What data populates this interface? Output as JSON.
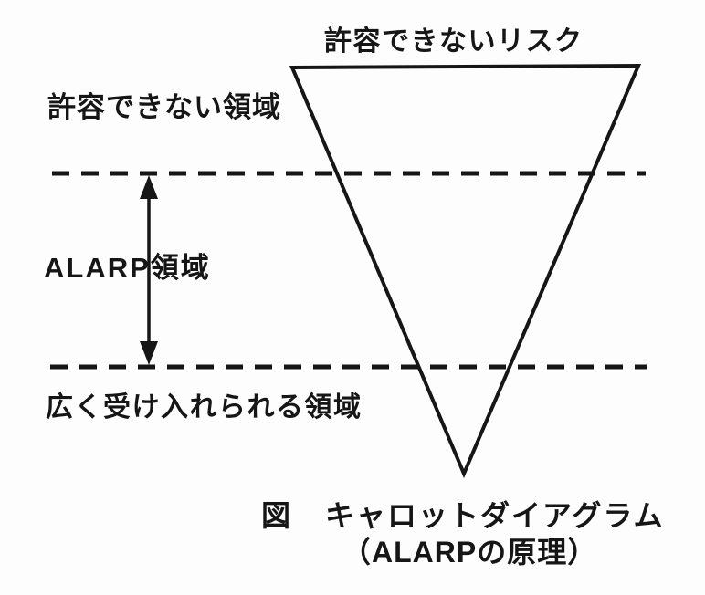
{
  "diagram": {
    "top_label": "許容できないリスク",
    "regions": {
      "unacceptable_label": "許容できない領域",
      "alarp_label": "ALARP領域",
      "broadly_acceptable_label": "広く受け入れられる領域"
    },
    "caption": {
      "prefix": "図",
      "title": "キャロットダイアグラム",
      "subtitle": "（ALARPの原理）"
    },
    "colors": {
      "ink": "#161616",
      "background": "#fdfdfd"
    }
  }
}
